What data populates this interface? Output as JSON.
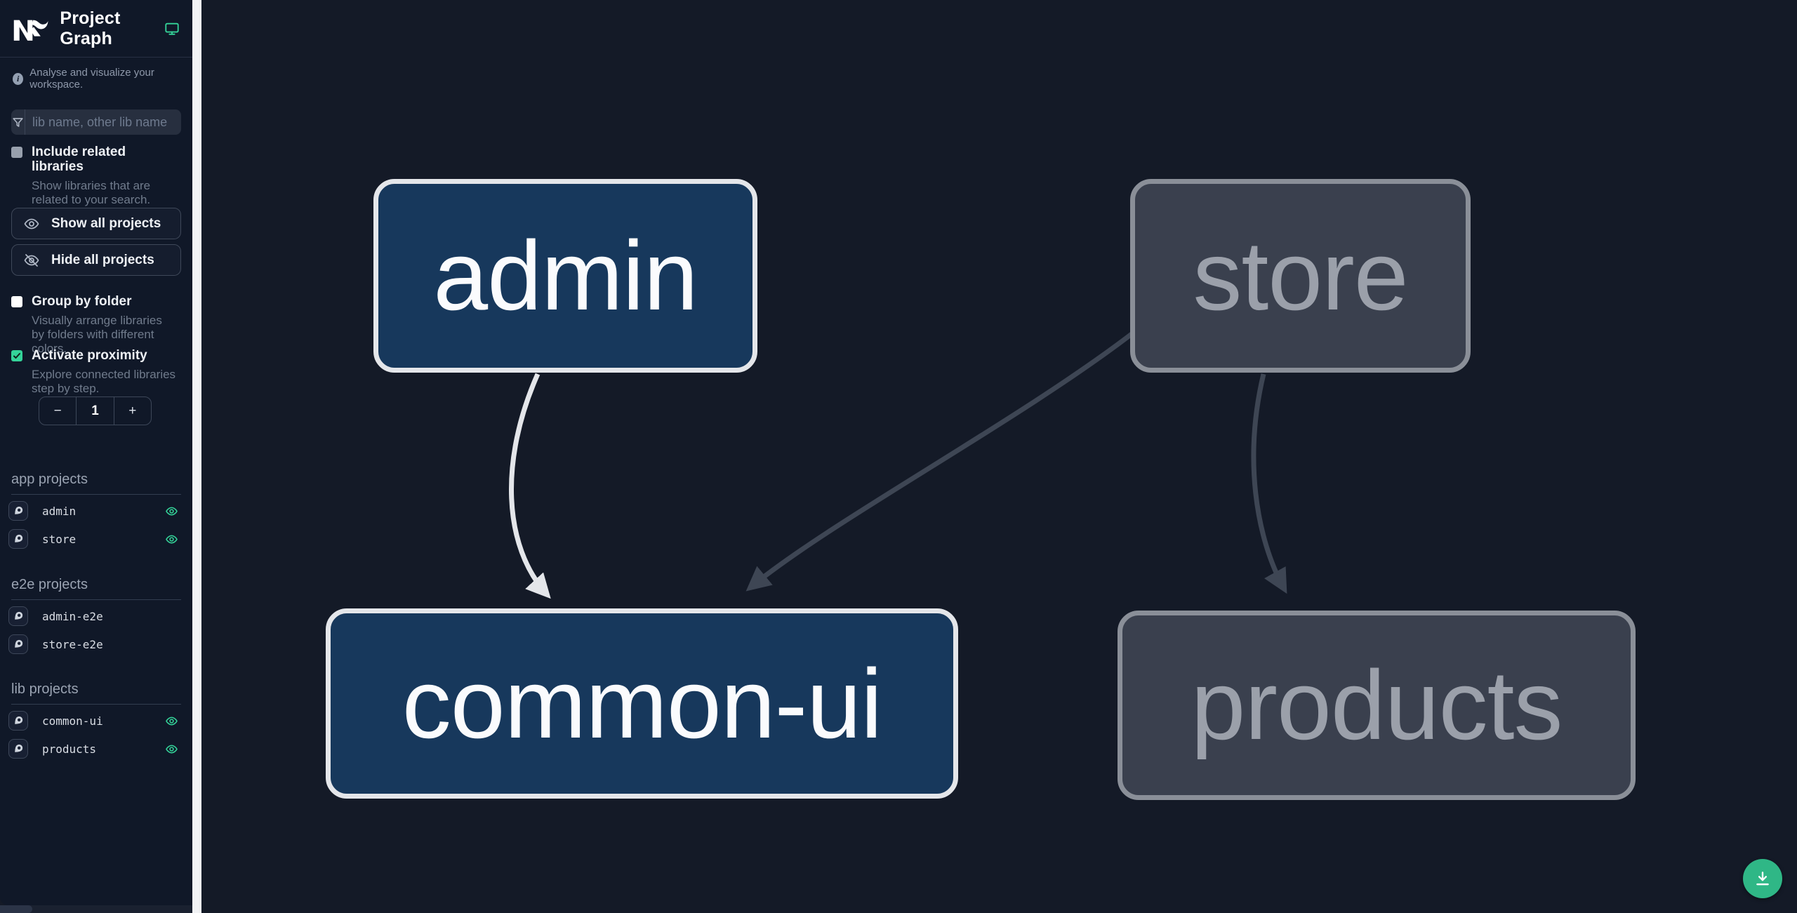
{
  "header": {
    "title": "Project Graph"
  },
  "sidebar": {
    "tagline": "Analyse and visualize your workspace.",
    "search": {
      "placeholder": "lib name, other lib name",
      "value": ""
    },
    "include_related": {
      "label": "Include related libraries",
      "description": "Show libraries that are related to your search.",
      "checked": false
    },
    "actions": {
      "show_all": "Show all projects",
      "hide_all": "Hide all projects"
    },
    "group_by_folder": {
      "label": "Group by folder",
      "description": "Visually arrange libraries by folders with different colors.",
      "checked": false
    },
    "proximity": {
      "label": "Activate proximity",
      "description": "Explore connected libraries step by step.",
      "checked": true,
      "value": "1",
      "decrement": "−",
      "increment": "+"
    },
    "sections": [
      {
        "title": "app projects",
        "items": [
          {
            "name": "admin",
            "visible": true
          },
          {
            "name": "store",
            "visible": true
          }
        ]
      },
      {
        "title": "e2e projects",
        "items": [
          {
            "name": "admin-e2e",
            "visible": false
          },
          {
            "name": "store-e2e",
            "visible": false
          }
        ]
      },
      {
        "title": "lib projects",
        "items": [
          {
            "name": "common-ui",
            "visible": true
          },
          {
            "name": "products",
            "visible": true
          }
        ]
      }
    ]
  },
  "graph": {
    "nodes": [
      {
        "label": "admin",
        "type": "app",
        "state": "focused"
      },
      {
        "label": "store",
        "type": "app",
        "state": "dimmed"
      },
      {
        "label": "common-ui",
        "type": "lib",
        "state": "focused"
      },
      {
        "label": "products",
        "type": "lib",
        "state": "dimmed"
      }
    ],
    "edges": [
      {
        "source": "admin",
        "target": "common-ui",
        "state": "highlighted"
      },
      {
        "source": "store",
        "target": "common-ui",
        "state": "dimmed"
      },
      {
        "source": "store",
        "target": "products",
        "state": "dimmed"
      }
    ]
  },
  "colors": {
    "accent": "#34d399",
    "fab": "#2fb786",
    "node_focused_bg": "#17385c",
    "node_focused_border": "#e4e6ea",
    "node_dimmed_bg": "#3a404e",
    "node_dimmed_border": "#8a8f98",
    "edge_highlighted": "#e4e6ea",
    "edge_dimmed": "#3e4654"
  }
}
